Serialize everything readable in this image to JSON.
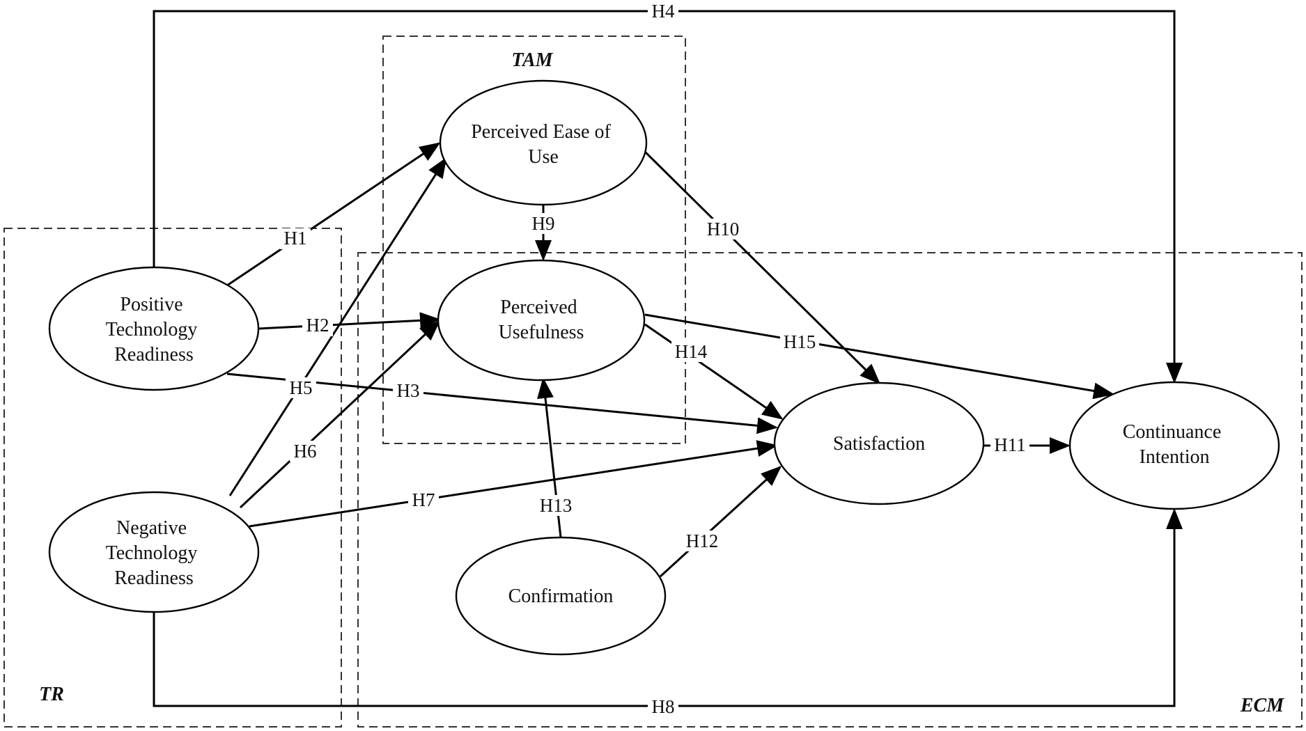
{
  "groups": {
    "tam": "TAM",
    "tr": "TR",
    "ecm": "ECM"
  },
  "nodes": {
    "peou": [
      "Perceived Ease of",
      "Use"
    ],
    "pu": [
      "Perceived",
      "Usefulness"
    ],
    "ptr": [
      "Positive",
      "Technology",
      "Readiness"
    ],
    "ntr": [
      "Negative",
      "Technology",
      "Readiness"
    ],
    "sat": [
      "Satisfaction"
    ],
    "ci": [
      "Continuance",
      "Intention"
    ],
    "conf": [
      "Confirmation"
    ]
  },
  "hypotheses": {
    "h1": "H1",
    "h2": "H2",
    "h3": "H3",
    "h4": "H4",
    "h5": "H5",
    "h6": "H6",
    "h7": "H7",
    "h8": "H8",
    "h9": "H9",
    "h10": "H10",
    "h11": "H11",
    "h12": "H12",
    "h13": "H13",
    "h14": "H14",
    "h15": "H15"
  }
}
